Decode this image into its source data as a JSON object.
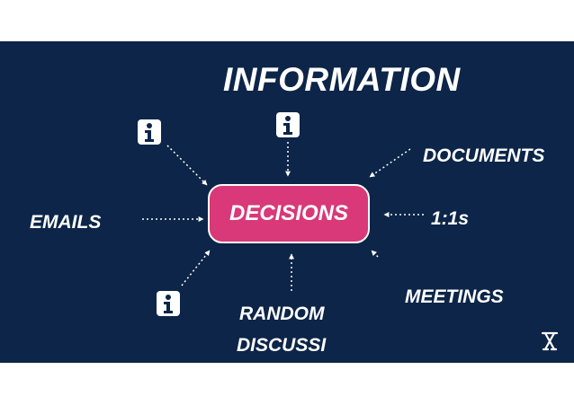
{
  "diagram": {
    "title": "INFORMATION",
    "center": "DECISIONS",
    "sources": {
      "documents": "DOCUMENTS",
      "emails": "EMAILS",
      "one_on_ones": "1:1s",
      "meetings": "MEETINGS",
      "random_line1": "RANDOM",
      "random_line2": "DISCUSSI"
    },
    "icons": [
      "info-icon",
      "info-icon",
      "info-icon",
      "atlassian-logo-icon"
    ],
    "colors": {
      "background": "#0c2548",
      "center_box": "#d93879",
      "text": "#ffffff"
    }
  }
}
